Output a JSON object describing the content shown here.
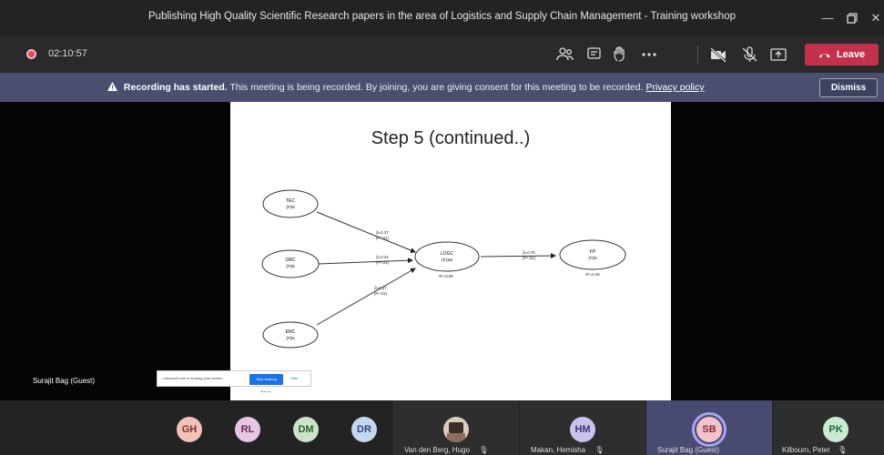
{
  "window": {
    "title": "Publishing High Quality Scientific Research papers in the area of Logistics and Supply Chain Management - Training workshop"
  },
  "toolbar": {
    "timer": "02:10:57",
    "leave_label": "Leave",
    "icons": [
      "people-icon",
      "chat-icon",
      "raise-hand-icon",
      "more-icon",
      "camera-off-icon",
      "mic-off-icon",
      "share-icon"
    ]
  },
  "banner": {
    "bold": "Recording has started.",
    "text": "This meeting is being recorded. By joining, you are giving consent for this meeting to be recorded.",
    "link": "Privacy policy",
    "dismiss_label": "Dismiss"
  },
  "slide": {
    "title": "Step 5 (continued..)",
    "nodes": {
      "tec": [
        "TEC",
        "(F)9i"
      ],
      "orc": [
        "ORC",
        "(F)8i"
      ],
      "enc": [
        "ENC",
        "(F)6i"
      ],
      "logc": [
        "LOGC",
        "(F)15i"
      ],
      "fp": [
        "FP",
        "(F)5i"
      ]
    },
    "paths": {
      "tec_logc": [
        "β=0.37",
        "(P<.01)"
      ],
      "orc_logc": [
        "β=0.24",
        "(P<.01)"
      ],
      "enc_logc": [
        "β=0.37",
        "(P<.01)"
      ],
      "logc_fp": [
        "β=0.76",
        "(P<.01)"
      ]
    },
    "r2": {
      "logc": "R²=0.56",
      "fp": "R²=0.49"
    }
  },
  "presenter": {
    "name": "Surajit Bag (Guest)"
  },
  "share_bar": {
    "text": "...microsoft.com is sharing your screen.",
    "stop_label": "Stop sharing",
    "hide_label": "Hide"
  },
  "participants": [
    {
      "initials": "GH",
      "color": "#f3c1b8",
      "text_color": "#7a2f23"
    },
    {
      "initials": "RL",
      "color": "#e7c6e0",
      "text_color": "#6b2a5e"
    },
    {
      "initials": "DM",
      "color": "#c9e4c9",
      "text_color": "#2c5f2d"
    },
    {
      "initials": "DR",
      "color": "#c5d6ee",
      "text_color": "#2b4a78"
    },
    {
      "name": "Van den Berg, Hugo"
    },
    {
      "initials": "HM",
      "name": "Makan, Hemisha",
      "color": "#c9c2ec",
      "text_color": "#3e3480"
    },
    {
      "initials": "SB",
      "name": "Surajit Bag (Guest)",
      "color": "#f1c2cc",
      "text_color": "#8a2a3d"
    },
    {
      "initials": "PK",
      "name": "Kilbourn, Peter",
      "color": "#c8ecd2",
      "text_color": "#23673a"
    }
  ]
}
